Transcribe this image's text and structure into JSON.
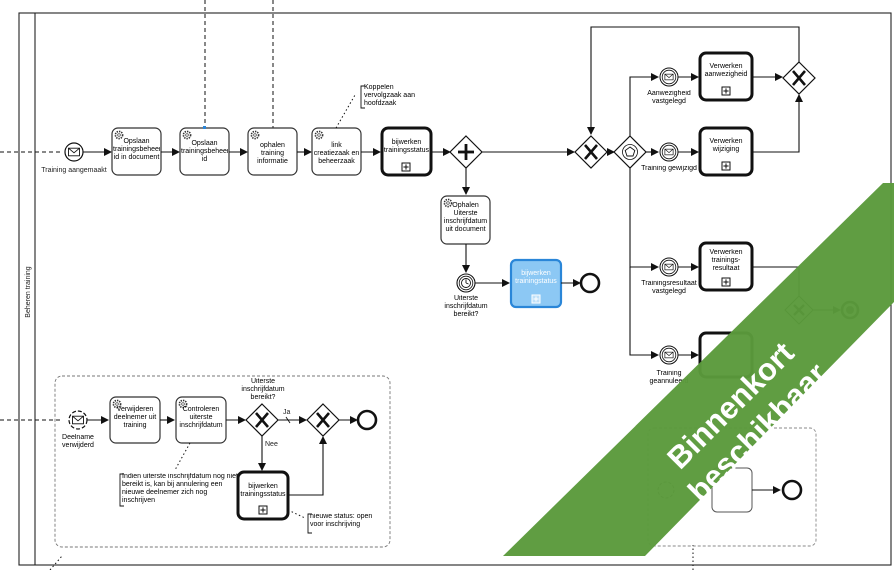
{
  "lane_label": "Beheren training",
  "events": {
    "start_training": "Training aangemaakt",
    "start_deelname": "Deelname verwijderd",
    "msg_aanwezigheid": "Aanwezigheid vastgelegd",
    "msg_gewijzigd": "Training gewijzigd",
    "msg_resultaat": "Trainingsresultaat vastgelegd",
    "msg_geannuleerd": "Training geannuleerd",
    "timer_uiterste": "Uiterste inschrijfdatum bereikt?"
  },
  "tasks": {
    "opslaan_id": "Opslaan trainingsbeheer id in document",
    "opslaan_id2": "Opslaan trainingsbeheer id",
    "ophalen_info": "ophalen training informatie",
    "link_zaak": "link creatiezaak en beheerzaak",
    "bijwerken1": "bijwerken trainingsstatus",
    "ophalen_uiterste": "Ophalen Uiterste inschrijfdatum uit document",
    "bijwerken_blue": "bijwerken trainingstatus",
    "verwerken_aanwezigheid": "Verwerken aanwezigheid",
    "verwerken_wijziging": "Verwerken wijziging",
    "verwerken_resultaat": "Verwerken trainings-resultaat",
    "verwijderen_deelnemer": "Verwijderen deelnemer uit training",
    "controleren_uiterste": "Controleren uiterste inschrijfdatum",
    "bijwerken2": "bijwerken trainingsstatus"
  },
  "annotations": {
    "koppelen": "Koppelen vervolgzaak aan hoofdzaak",
    "indien": "Indien uiterste inschrijfdatum nog niet bereikt is, kan bij annulering een nieuwe deelnemer zich nog inschrijven",
    "nieuwe_status": "nieuwe status: open voor inschrijving"
  },
  "gateway_labels": {
    "question": "Uiterste inschrijfdatum bereikt?",
    "ja": "Ja",
    "nee": "Nee"
  },
  "banner": {
    "line1": "Binnenkort",
    "line2": "beschikbaar",
    "color": "#5b9a3c"
  },
  "colors": {
    "highlight_fill": "#8cc8f4",
    "highlight_stroke": "#2a86d8",
    "highlight_text": "#ffffff"
  }
}
